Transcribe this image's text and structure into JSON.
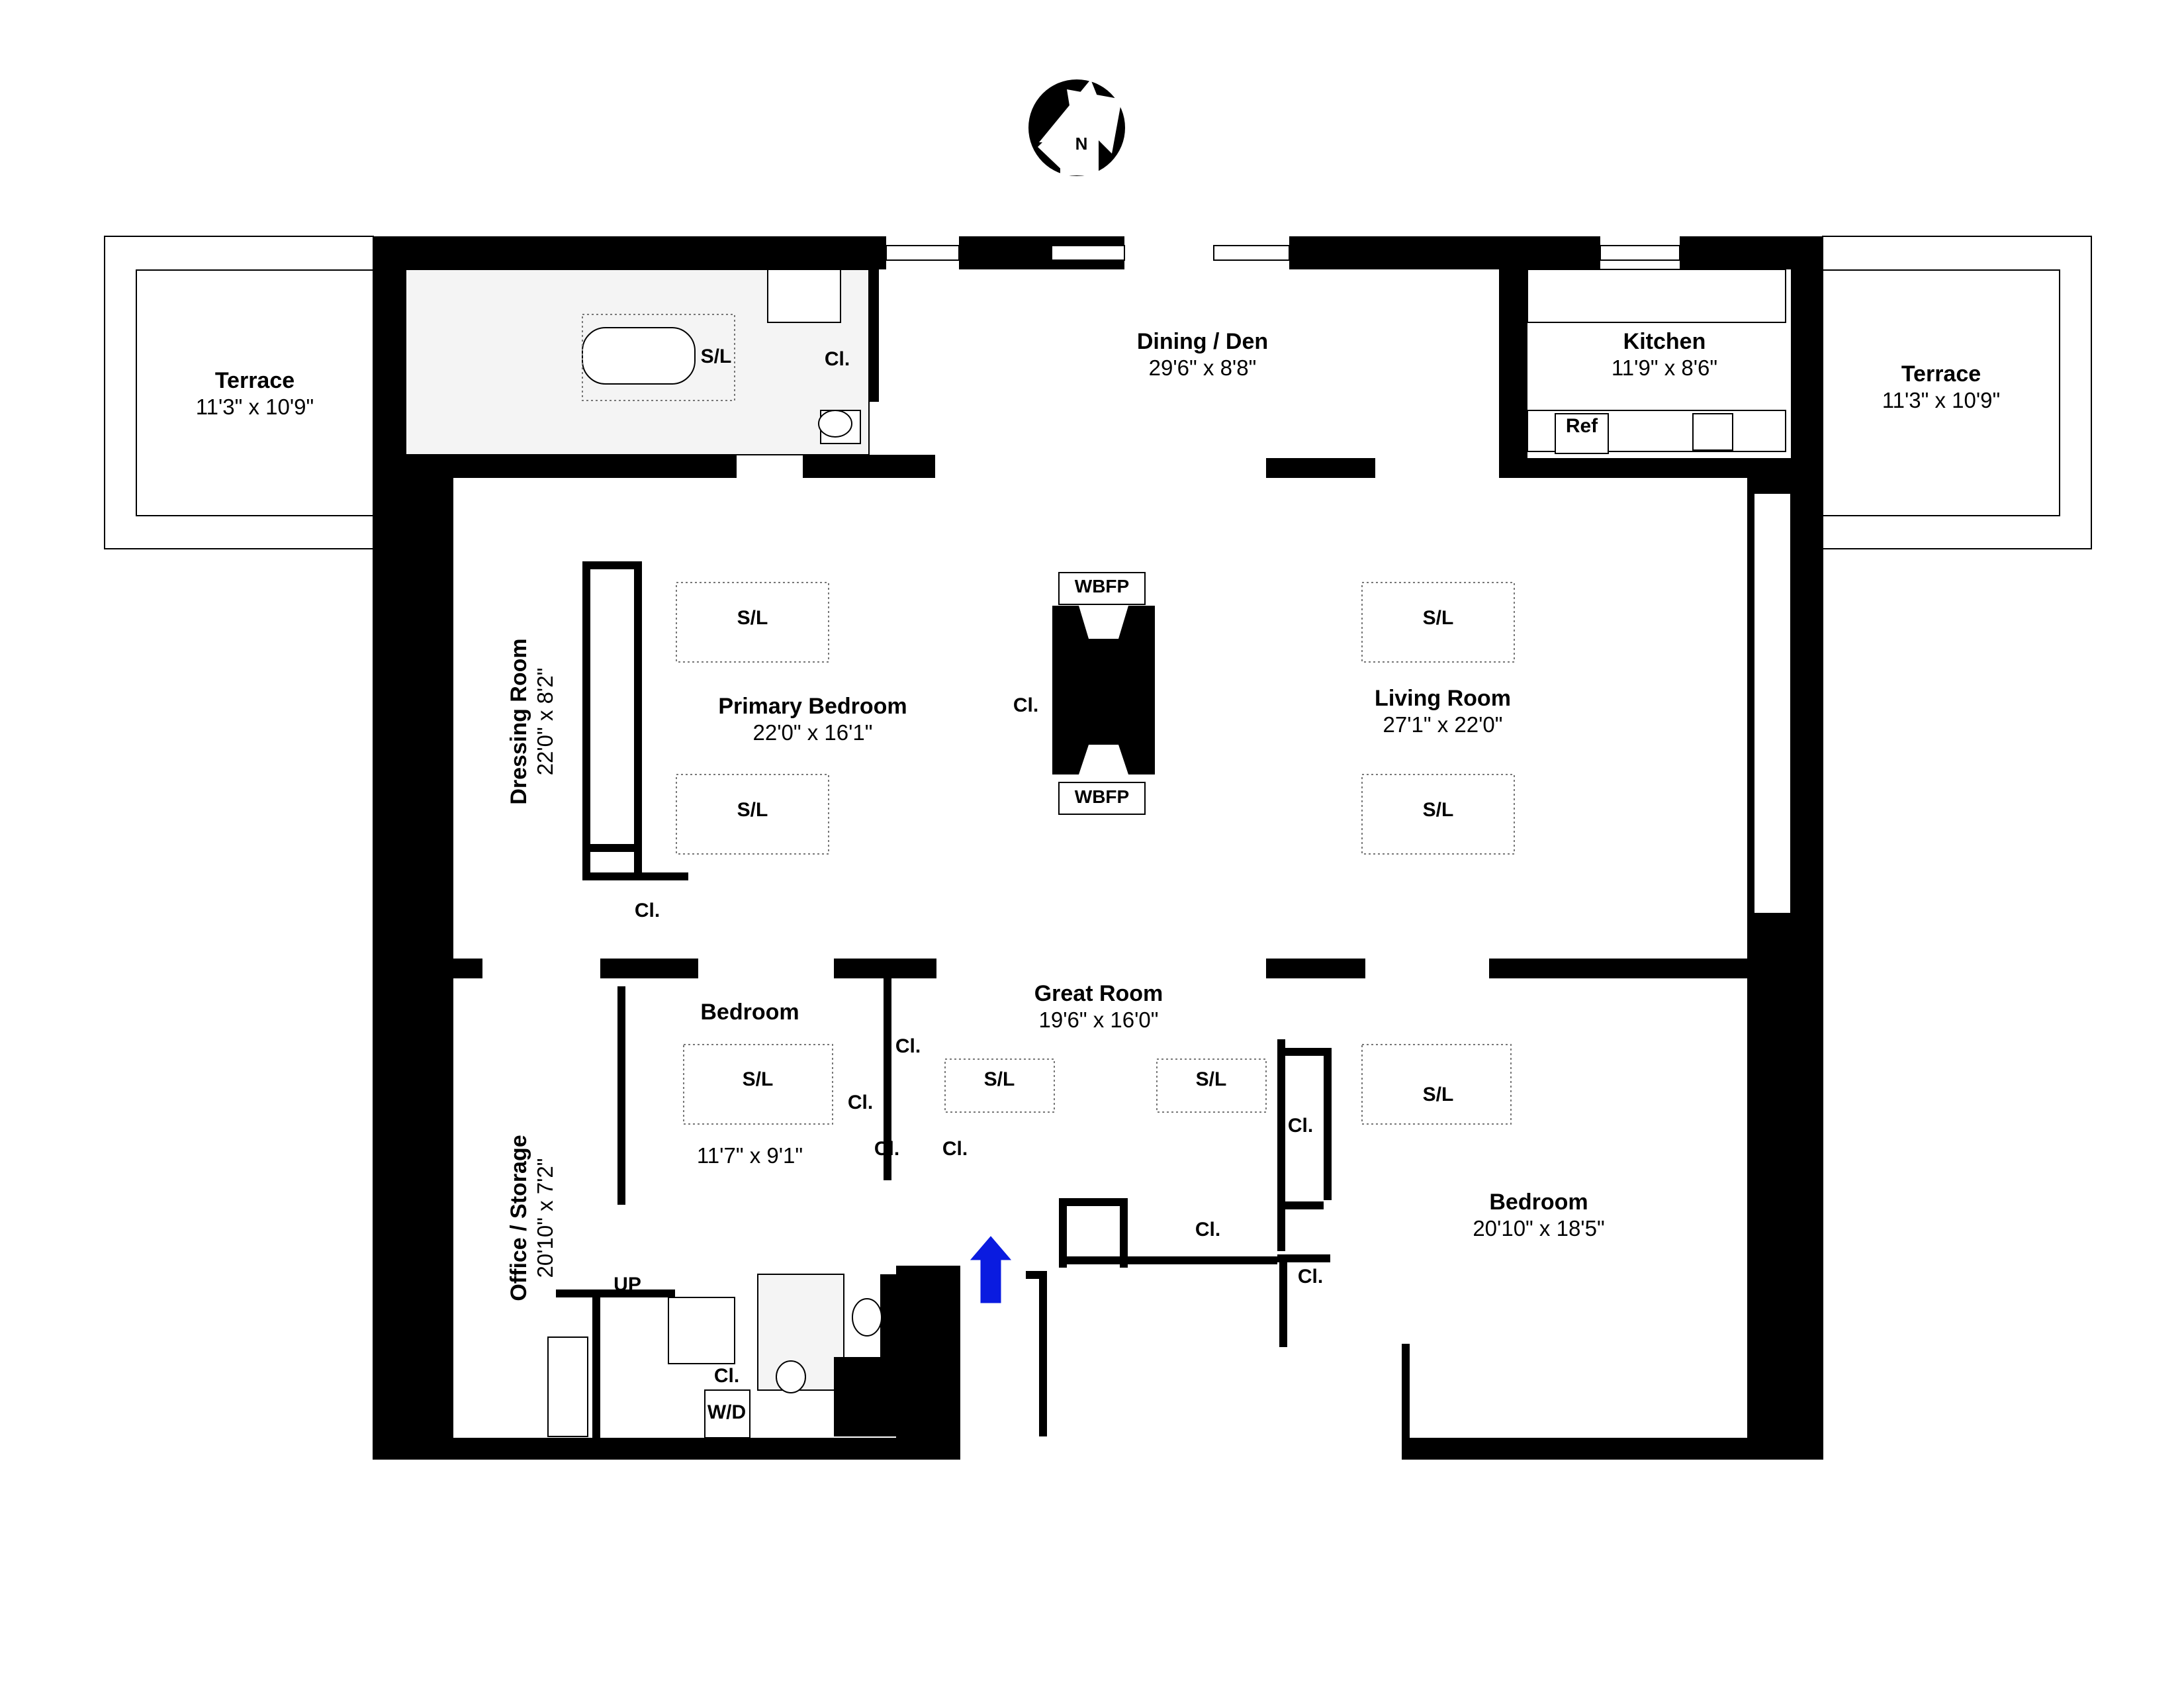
{
  "compass": {
    "label": "N",
    "icon": "north-arrow-icon"
  },
  "rooms": {
    "terrace_west": {
      "name": "Terrace",
      "dims": "11'3\" x 10'9\""
    },
    "terrace_east": {
      "name": "Terrace",
      "dims": "11'3\" x 10'9\""
    },
    "dining_den": {
      "name": "Dining / Den",
      "dims": "29'6\" x 8'8\""
    },
    "kitchen": {
      "name": "Kitchen",
      "dims": "11'9\" x 8'6\""
    },
    "primary_bedroom": {
      "name": "Primary Bedroom",
      "dims": "22'0\" x 16'1\""
    },
    "living_room": {
      "name": "Living Room",
      "dims": "27'1\" x 22'0\""
    },
    "dressing_room": {
      "name": "Dressing Room",
      "dims": "22'0\" x 8'2\""
    },
    "great_room": {
      "name": "Great Room",
      "dims": "19'6\" x 16'0\""
    },
    "bedroom_small": {
      "name": "Bedroom",
      "dims": "11'7\" x 9'1\""
    },
    "bedroom_large": {
      "name": "Bedroom",
      "dims": "20'10\" x 18'5\""
    },
    "office_storage": {
      "name": "Office / Storage",
      "dims": "20'10\" x 7'2\""
    }
  },
  "labels": {
    "closet": "Cl.",
    "skylight": "S/L",
    "fireplace": "WBFP",
    "refrigerator": "Ref",
    "washer_dryer": "W/D",
    "stairs_up": "UP"
  },
  "colors": {
    "entry_arrow": "#0a1be0",
    "walls": "#000000"
  }
}
